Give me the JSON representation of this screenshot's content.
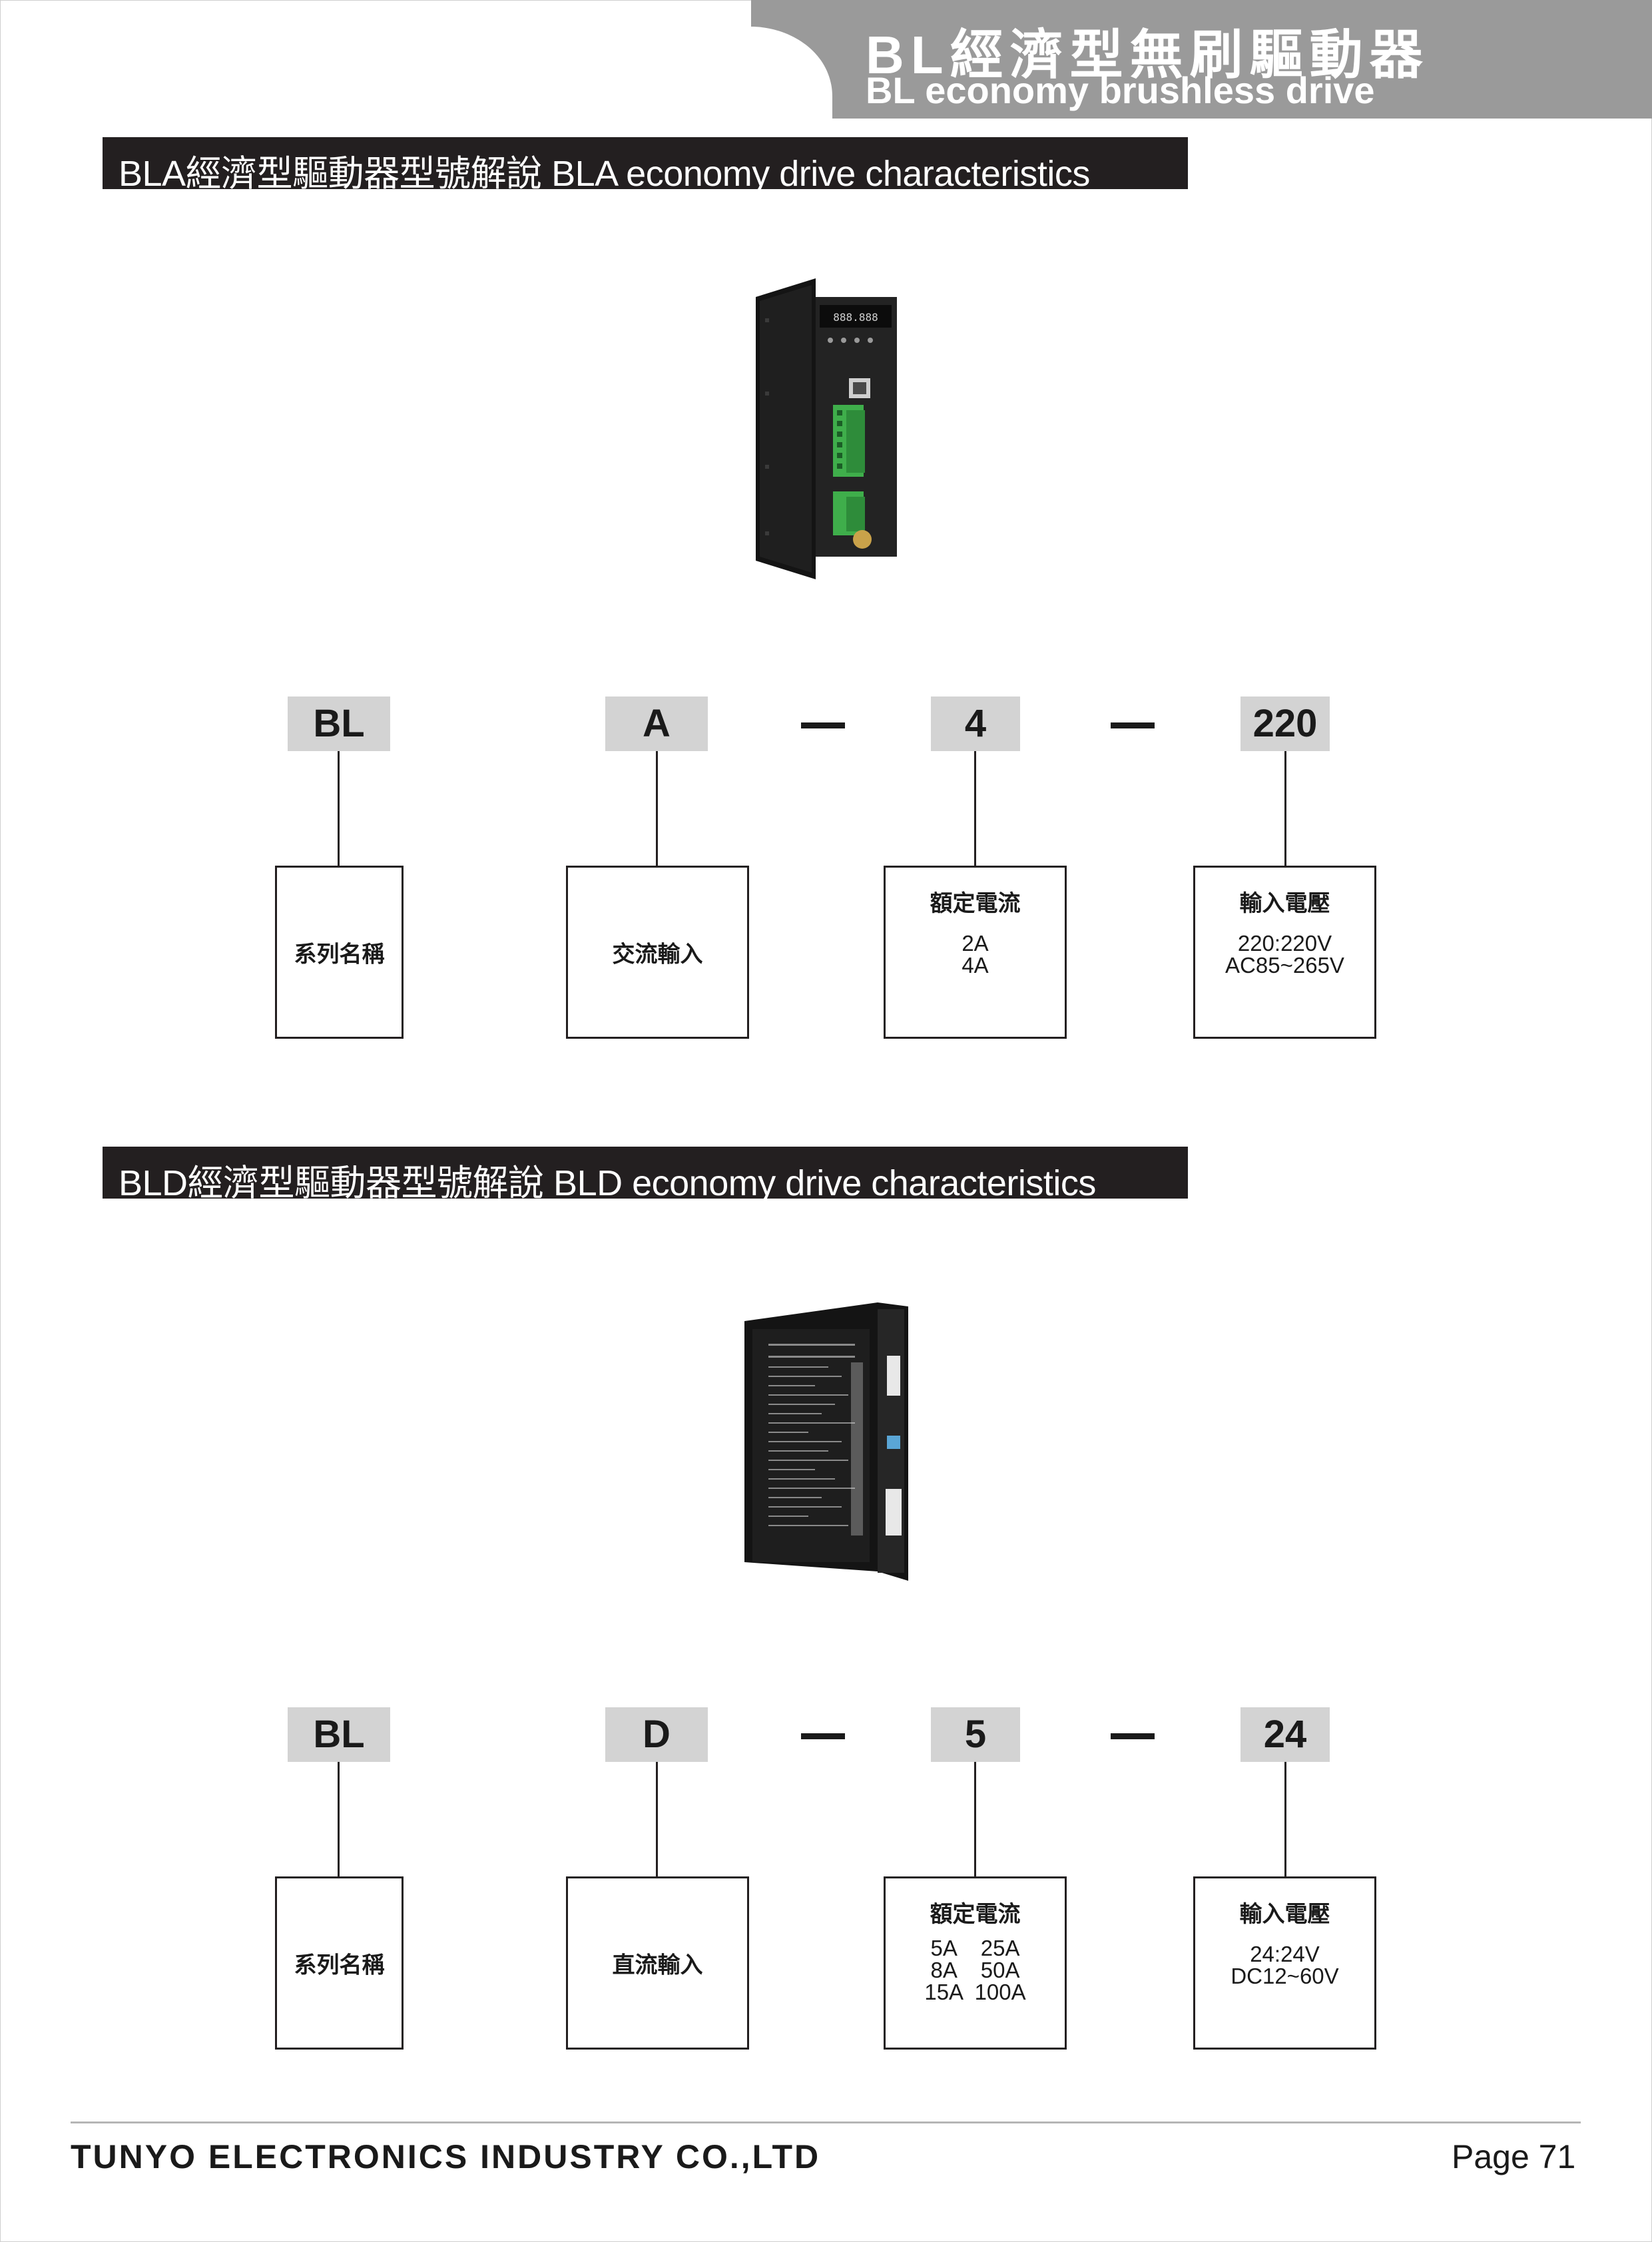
{
  "header": {
    "title_zh": "BL經濟型無刷驅動器",
    "title_en": "BL economy brushless drive"
  },
  "sections": [
    {
      "heading": "BLA經濟型驅動器型號解說 BLA  economy drive characteristics",
      "codes": [
        "BL",
        "A",
        "4",
        "220"
      ],
      "boxes": [
        {
          "text": "系列名稱"
        },
        {
          "text": "交流輸入"
        },
        {
          "title": "額定電流",
          "lines": [
            "2A",
            "4A"
          ]
        },
        {
          "title": "輸入電壓",
          "lines": [
            "220:220V",
            "AC85~265V"
          ]
        }
      ]
    },
    {
      "heading": "BLD經濟型驅動器型號解說 BLD economy drive characteristics",
      "codes": [
        "BL",
        "D",
        "5",
        "24"
      ],
      "boxes": [
        {
          "text": "系列名稱"
        },
        {
          "text": "直流輸入"
        },
        {
          "title": "額定電流",
          "lines": [
            "5A    25A",
            "8A    50A",
            "15A  100A"
          ]
        },
        {
          "title": "輸入電壓",
          "lines": [
            "24:24V",
            "DC12~60V"
          ]
        }
      ]
    }
  ],
  "footer": {
    "company": "TUNYO ELECTRONICS INDUSTRY CO.,LTD",
    "page": "Page 71"
  }
}
